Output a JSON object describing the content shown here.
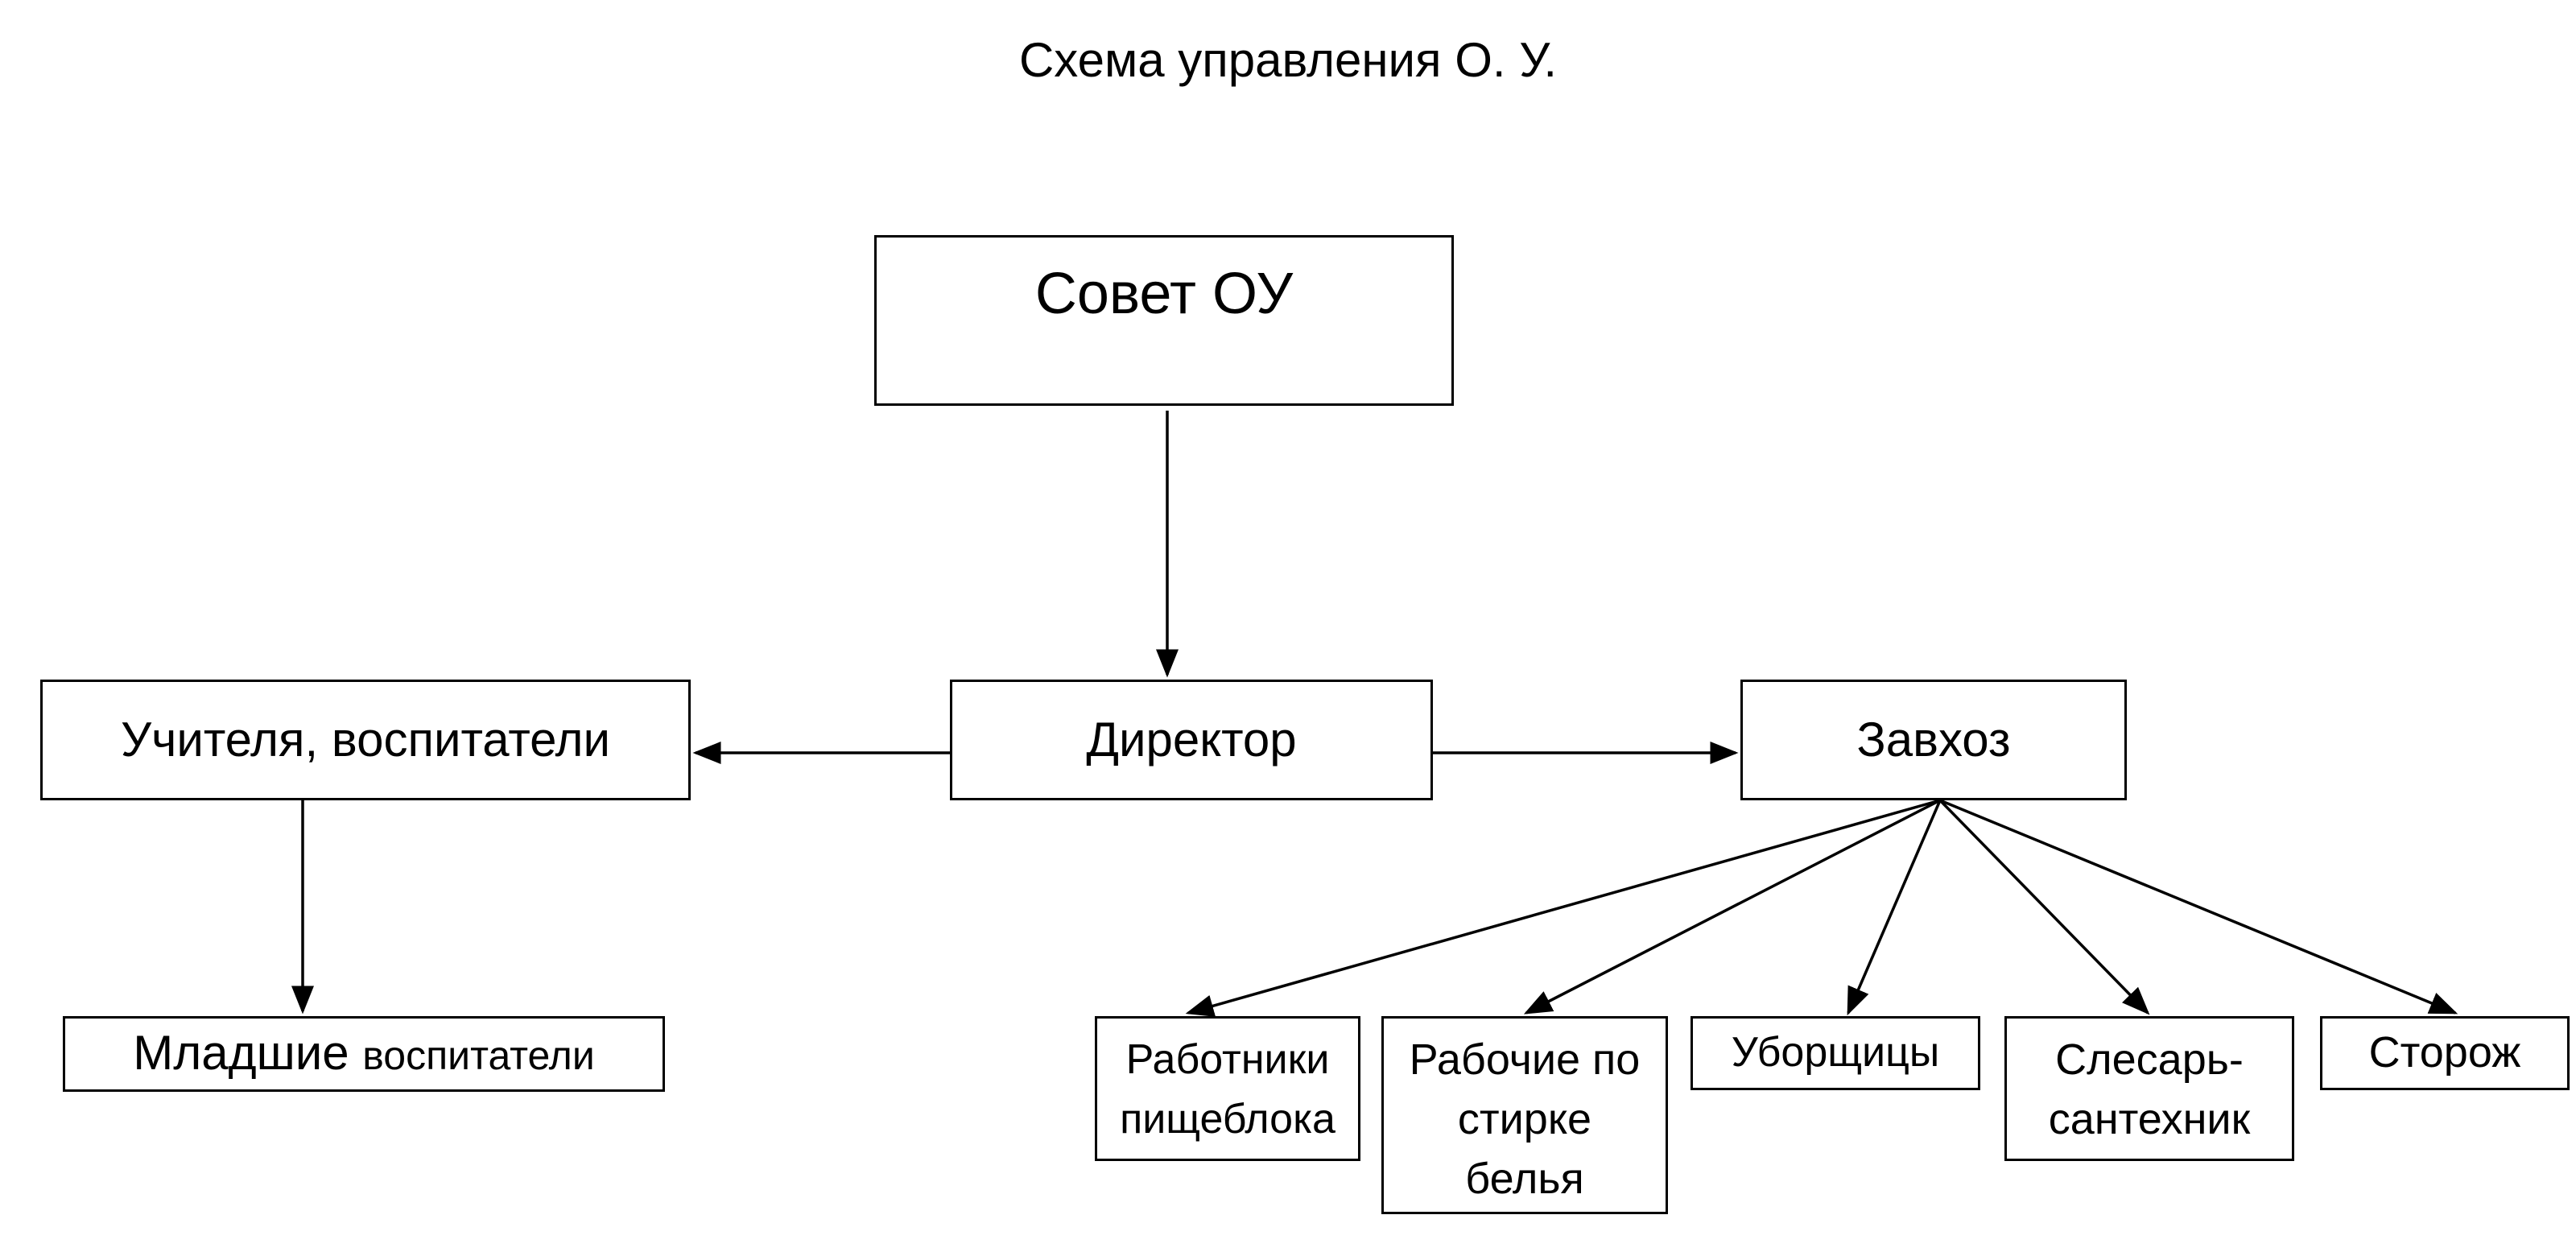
{
  "title": "Схема управления О. У.",
  "nodes": {
    "council": "Совет ОУ",
    "director": "Директор",
    "teachers": "Учителя, воспитатели",
    "junior": {
      "part1": "Младшие",
      "part2": "воспитатели"
    },
    "manager": "Завхоз",
    "kitchen": [
      "Работники",
      "пищеблока"
    ],
    "laundry": [
      "Рабочие по",
      "стирке",
      "белья"
    ],
    "cleaners": "Уборщицы",
    "plumber": [
      "Слесарь-",
      "сантехник"
    ],
    "guard": "Сторож"
  },
  "edges": [
    {
      "from": "council",
      "to": "director"
    },
    {
      "from": "director",
      "to": "teachers"
    },
    {
      "from": "director",
      "to": "manager"
    },
    {
      "from": "teachers",
      "to": "junior"
    },
    {
      "from": "manager",
      "to": "kitchen"
    },
    {
      "from": "manager",
      "to": "laundry"
    },
    {
      "from": "manager",
      "to": "cleaners"
    },
    {
      "from": "manager",
      "to": "plumber"
    },
    {
      "from": "manager",
      "to": "guard"
    }
  ],
  "colors": {
    "line": "#000000",
    "background": "#ffffff",
    "text": "#000000"
  }
}
